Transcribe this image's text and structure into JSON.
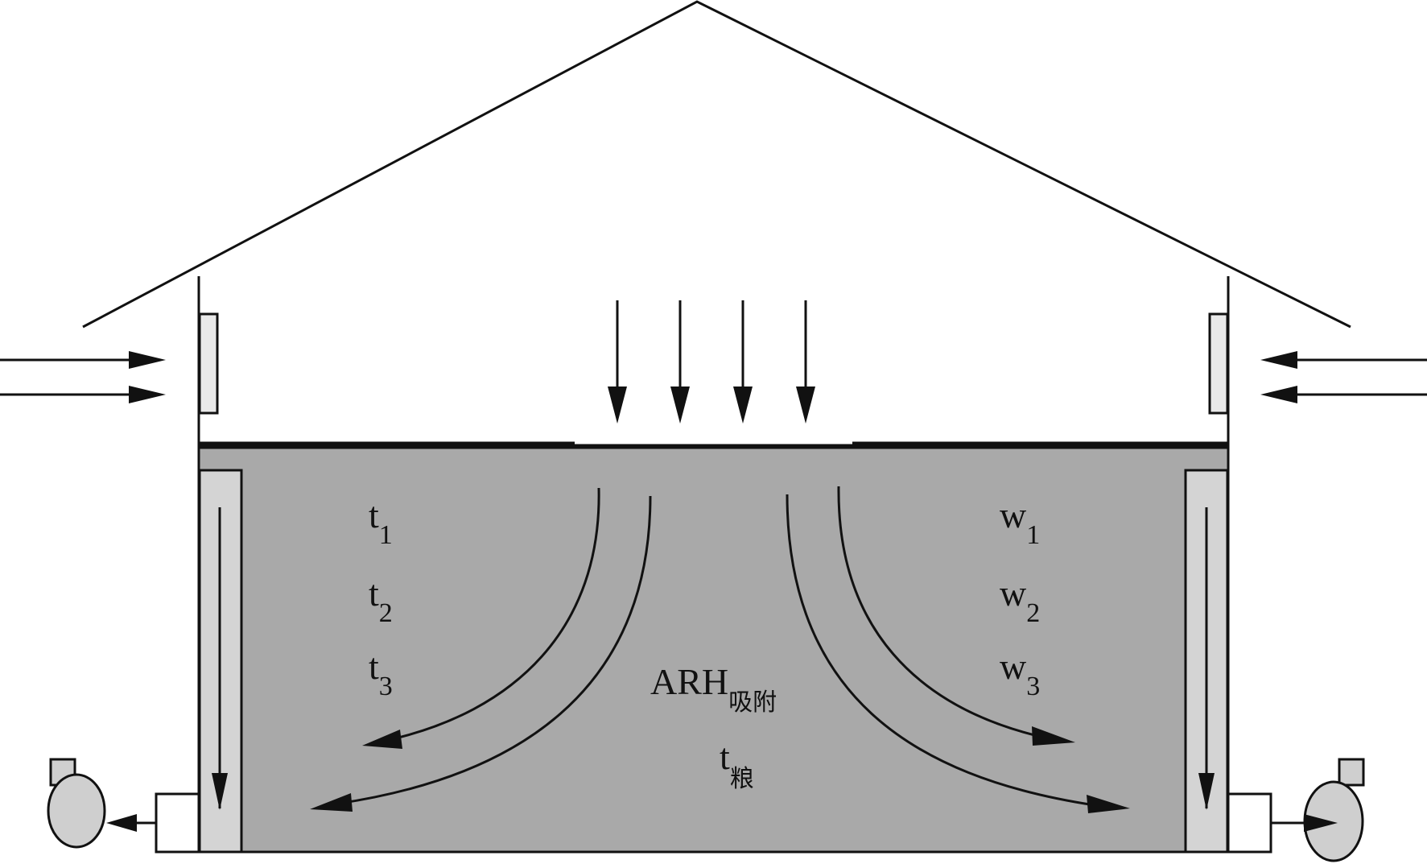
{
  "colors": {
    "grain": "#a9a9a9",
    "duct": "#d4d4d4",
    "fan": "#cfcfcf",
    "vent": "#e9e9e9",
    "line": "#111111"
  },
  "labels": {
    "t1": {
      "main": "t",
      "sub": "1"
    },
    "t2": {
      "main": "t",
      "sub": "2"
    },
    "t3": {
      "main": "t",
      "sub": "3"
    },
    "w1": {
      "main": "w",
      "sub": "1"
    },
    "w2": {
      "main": "w",
      "sub": "2"
    },
    "w3": {
      "main": "w",
      "sub": "3"
    },
    "arh": {
      "main": "ARH",
      "sub": "吸附"
    },
    "t_grain": {
      "main": "t",
      "sub": "粮"
    }
  },
  "icons": [
    "fan-icon",
    "arrow-icon"
  ]
}
